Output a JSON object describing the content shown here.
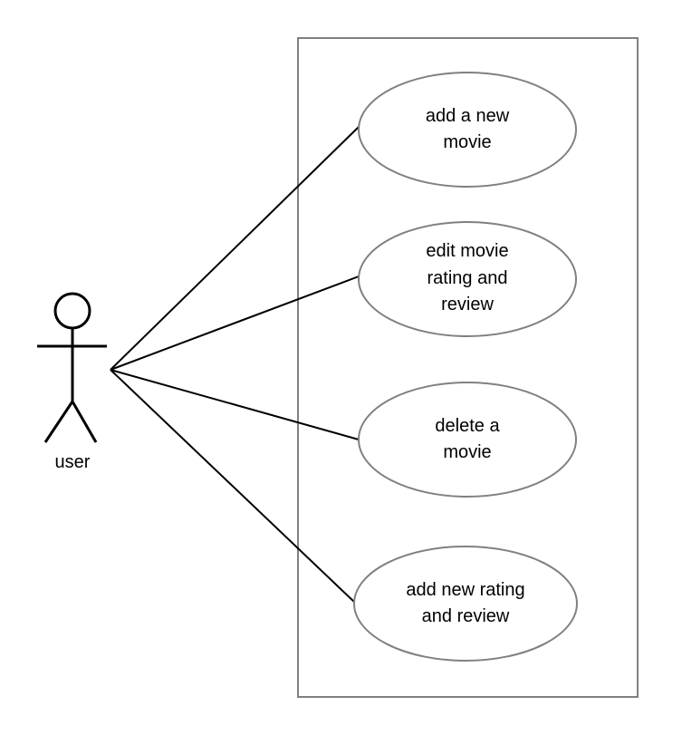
{
  "diagram": {
    "type": "use-case",
    "actor": {
      "name": "user"
    },
    "use_cases": [
      {
        "lines": [
          "add a new",
          "movie"
        ]
      },
      {
        "lines": [
          "edit movie",
          "rating and",
          "review"
        ]
      },
      {
        "lines": [
          "delete a",
          "movie"
        ]
      },
      {
        "lines": [
          "add new rating",
          "and review"
        ]
      }
    ],
    "colors": {
      "line": "#000000",
      "boundary": "#808080",
      "ellipse_stroke": "#808080",
      "background": "#ffffff"
    }
  }
}
